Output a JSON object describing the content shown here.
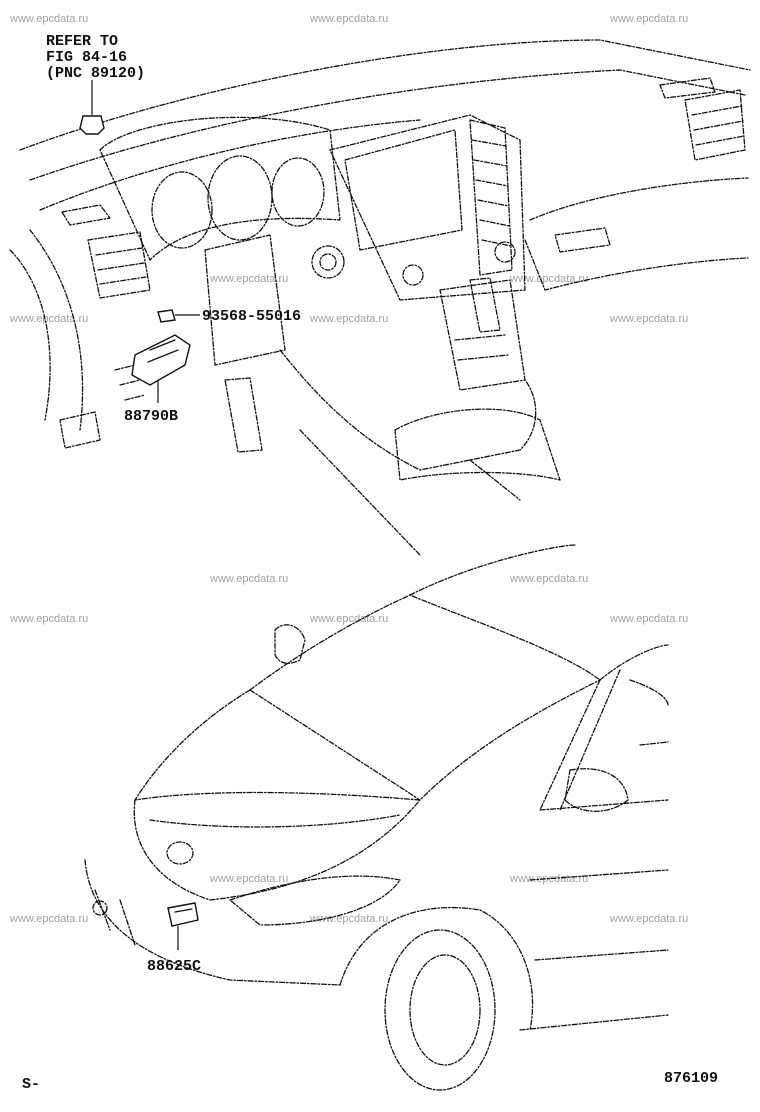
{
  "watermark_text": "www.epcdata.ru",
  "callouts": {
    "refer_line1": "REFER TO",
    "refer_line2": "FIG 84-16",
    "refer_line3": "(PNC 89120)",
    "bolt_part": "93568-55016",
    "sensor_part": "88790B",
    "front_sensor_part": "88625C"
  },
  "footer": {
    "left_code": "S-",
    "figure_number": "876109"
  }
}
